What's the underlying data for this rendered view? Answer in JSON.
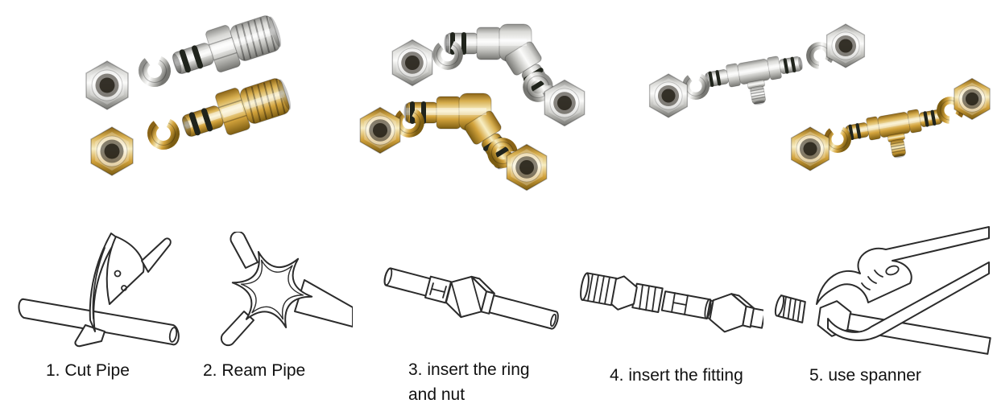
{
  "page": {
    "background": "#ffffff"
  },
  "colors": {
    "background": "#ffffff",
    "line_art": "#2b2b2b",
    "text": "#111111",
    "brass_mid": "#c9973a",
    "brass_highlight": "#f8eec3",
    "brass_shadow": "#7c5d12",
    "nickel_mid": "#c6c6c6",
    "nickel_highlight": "#fbfbfa",
    "nickel_shadow": "#767672",
    "o_ring": "#20241c"
  },
  "products": [
    {
      "id": "straight-coupling",
      "name": "straight male coupling fitting exploded view (nut, split ring, body)",
      "finishes": [
        "nickel-plated",
        "brass"
      ]
    },
    {
      "id": "elbow",
      "name": "90-degree elbow fitting exploded view (2 nuts, 2 split rings, body)",
      "finishes": [
        "nickel-plated",
        "brass"
      ]
    },
    {
      "id": "tee",
      "name": "tee fitting with male branch exploded view (2 nuts, 2 split rings, body)",
      "finishes": [
        "nickel-plated",
        "brass"
      ]
    }
  ],
  "steps": [
    {
      "label": "1. Cut Pipe",
      "illustration": "pipe-cutter-cutting-pipe"
    },
    {
      "label": "2. Ream Pipe",
      "illustration": "star-reamer-in-pipe"
    },
    {
      "label": "3. insert the ring and nut",
      "illustration": "pipe-with-ring-and-nut"
    },
    {
      "label": "4. insert the fitting",
      "illustration": "fitting-inserted-into-pipe"
    },
    {
      "label": "5. use spanner",
      "illustration": "spanner-tightening-nut"
    }
  ]
}
